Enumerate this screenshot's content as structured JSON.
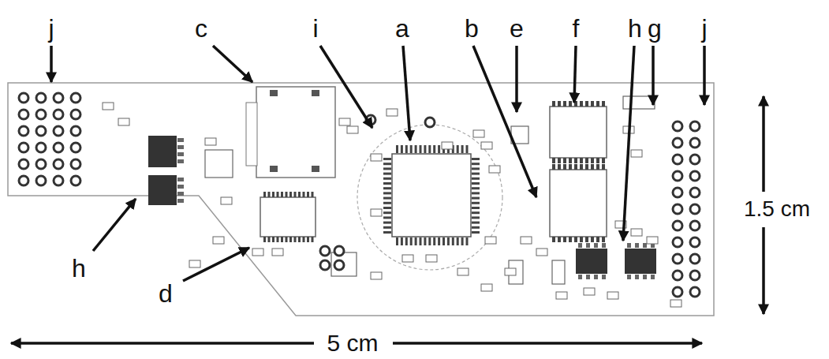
{
  "diagram": {
    "labels": [
      "j",
      "c",
      "i",
      "a",
      "b",
      "e",
      "f",
      "h",
      "g",
      "j",
      "1.5 cm",
      "h",
      "d",
      "5 cm"
    ]
  }
}
